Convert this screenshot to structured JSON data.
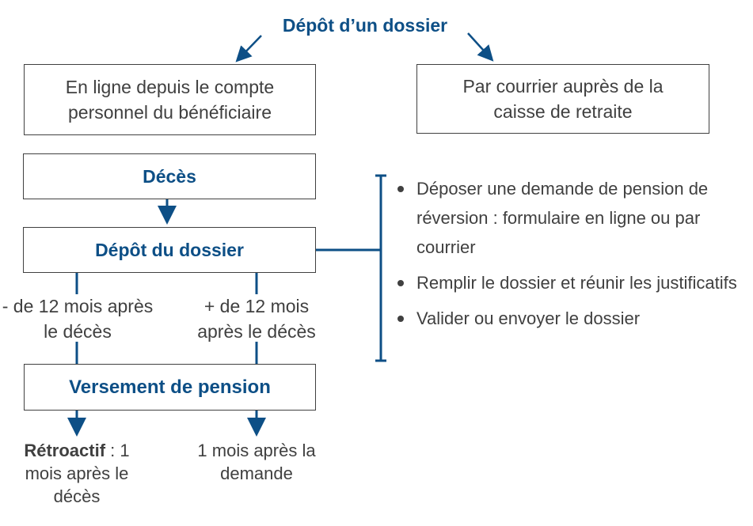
{
  "title": "Dépôt d’un dossier",
  "option_online": "En ligne depuis le compte personnel du bénéficiaire",
  "option_mail": "Par courrier auprès de la caisse de retraite",
  "step_deces": "Décès",
  "step_depot": "Dépôt du dossier",
  "branch_less": "- de 12 mois après le décès",
  "branch_more": "+ de 12 mois après le décès",
  "step_versement": "Versement de pension",
  "result_left_bold": "Rétroactif",
  "result_left_rest": " : 1 mois après le décès",
  "result_right": "1 mois après la demande",
  "details": [
    "Déposer une demande de pension de réversion : formulaire en ligne ou par courrier",
    "Remplir le dossier et réunir les justificatifs",
    "Valider ou envoyer le dossier"
  ],
  "colors": {
    "accent": "#0d4f86",
    "text": "#404040"
  }
}
